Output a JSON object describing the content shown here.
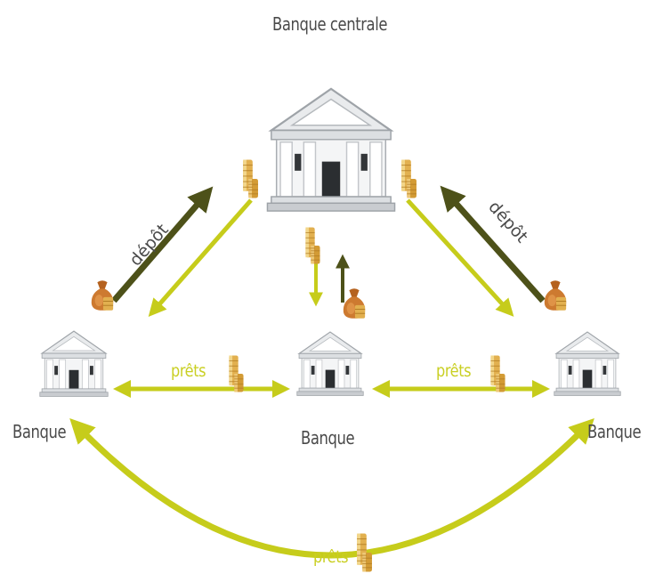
{
  "labels": {
    "central_bank": "Banque centrale",
    "bank_left": "Banque",
    "bank_middle": "Banque",
    "bank_right": "Banque",
    "deposit_left": "dépôt",
    "deposit_right": "dépôt",
    "loans_left": "prêts",
    "loans_right": "prêts",
    "loans_bottom": "prêts"
  },
  "colors": {
    "loan_arrow": "#c6cc1b",
    "deposit_arrow": "#4d5119",
    "text": "#4a4a4a",
    "building": "#e6e8ea",
    "coins": "#d9a441",
    "money_bag": "#c8732b"
  },
  "icons": [
    "bank-building-icon",
    "coin-stack-icon",
    "money-bag-icon"
  ]
}
